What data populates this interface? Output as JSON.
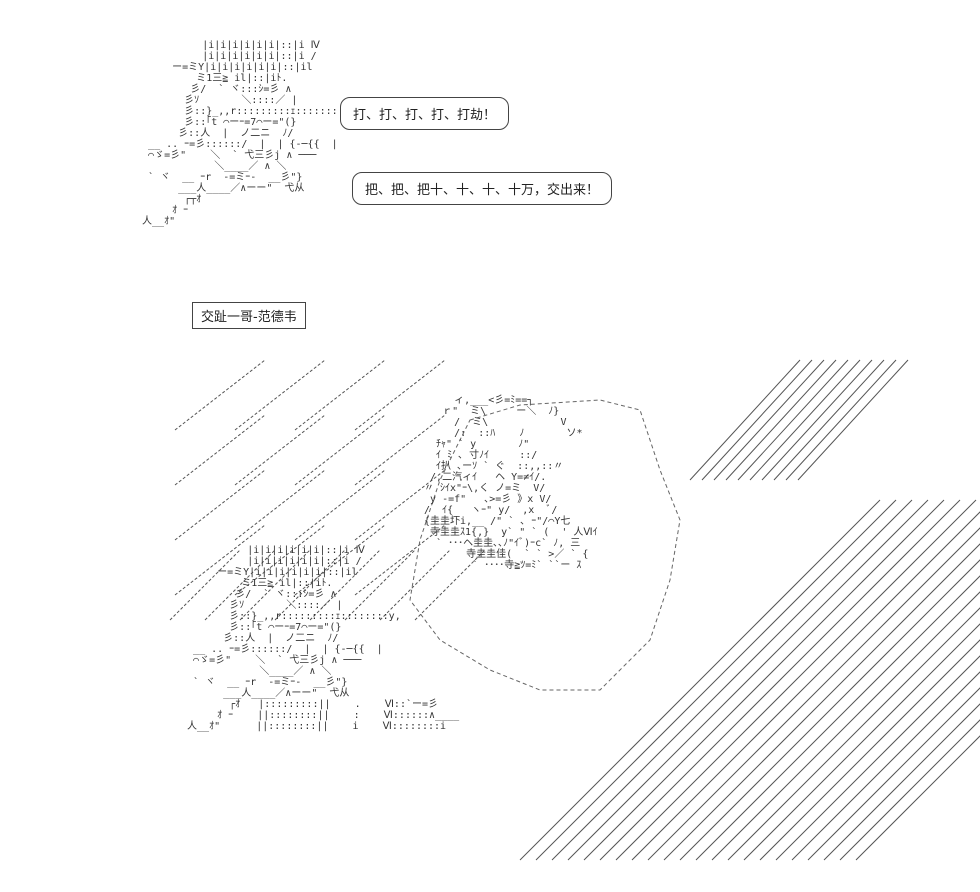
{
  "speech": {
    "bubble_1": "打、打、打、打、打劫！",
    "bubble_2": "把、把、把十、十、十、十万，交出来！"
  },
  "caption": {
    "label": "交趾一哥-范德韦"
  },
  "ascii": {
    "figure_top": "            |i|i|i|i|i|i|::|i Ⅳ\n            |i|i|i|i|i|i|::|i /\n       ー=ミY|i|i|i|i|i|i|::|il\n           ミ1三≧ il|::|iﾄ.\n          彡/  ` ヾ:::ｼ=彡 ∧\n         彡ｿ       ＼::::／ |\n         彡::}_,,r:::::::::ｪ::::::::y,\n         彡::｢t ⌒ーｰ=7⌒ー=\"(}\n        彡::人  |  ノ二ニ  ﾉ/\n   __ .. ｰ=彡::::::/  |  | {-─{{  |\n   ⌒ゞ=彡\"    ＼  ` 弋三彡j ∧ ───\n              ＼____／ ∧ ＼\n   ` ヾ  __ ｰr  -=ミｰ-  __彡\"}\n        ___人____／∧ーー\"  弋从\n         ┌┬ｵ\n       ｵ ｰ\n  人__ｵ\"",
    "figure_bottom": "            |i|i|i|i|i|i|::|i Ⅳ\n            |i|i|i|i|i|i|::|i /\n       ー=ミY|i|i|i|i|i|i|::|il\n           ミ1三≧ il|::|iﾄ.\n          彡/  ` ヾ:::ｼ=彡 ∧\n         彡ｿ       ＼::::／ |\n         彡::}_,,r:::::::::ｪ::::::::y,\n         彡::｢t ⌒ーｰ=7⌒ー=\"(}\n        彡::人  |  ノ二ニ  ﾉ/\n   __ .. ｰ=彡::::::/  |  | {-─{{  |\n   ⌒ゞ=彡\"    ＼  ` 弋三彡j ∧ ───\n              ＼____／ ∧ ＼\n   ` ヾ  __ ｰr  -=ミｰ-  __彡\"}\n        ___人____／∧ーー\"  弋从\n         ┌ｵ   |:::::::::||    .    Ⅵ::`ー=彡\n       ｵ ｰ    ||::::::::||    :    Ⅵ::::::∧____\n  人__ｵ\"      ||::::::::||    i    Ⅵ::::::::i",
    "fist": "      ィ,___<彡=ﾐ==┐\n    ｒ\"  ミ\\     ー＼  ﾉ}\n      /  ミ\\            V\n      /:  ::ﾊ    ﾉ       ソ*\n   ﾁｬ\" ` y       ﾉ\"\n   ｲ ﾐ ､ 寸ﾉｲ     ::/\n   ｲ扒 ､ーｿ ` ぐ  ::,,::〃\n  /,二汽ィｲ   ヘ Y=≠ｲ/.\n 〃 ｼｲx\"ｰ\\,く ノ=ミ  V/\n  y -=f\"   ､>=彡 》x V/\n /  ｲ{   ヽｰ\" y/  ,x  ﾞ/\n {圭圭圷i,__ /\" ` ､ ｰ\"/⌒Y七\n  寺圭圭ｽ1{,}  y` \" ` (  ' 人Ⅵｲ\n   ` ･･･ヘ圭圭､､ﾉ\"ｲﾞ)ｰc` ﾉ, 三\n        寺圭圭佳(  ` ` >／ ` {\n         ` ････寺≧ﾂ=ﾐ` ``ー ｽ"
  }
}
